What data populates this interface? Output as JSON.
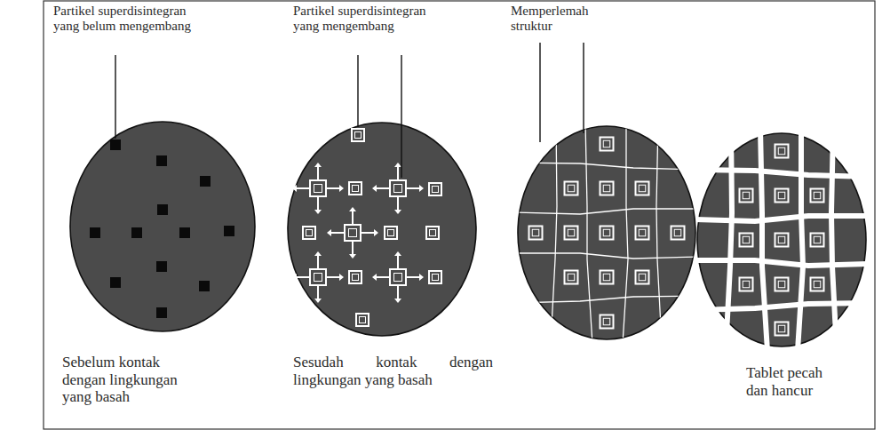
{
  "diagram": {
    "labels": [
      "Partikel superdisintegran yang belum mengembang",
      "Partikel superdisintegran yang mengembang",
      "Memperlemah struktur",
      "Sebelum kontak dengan lingkungan yang basah",
      "Sesudah kontak dengan lingkungan yang basah",
      "Tablet pecah dan hancur"
    ]
  }
}
